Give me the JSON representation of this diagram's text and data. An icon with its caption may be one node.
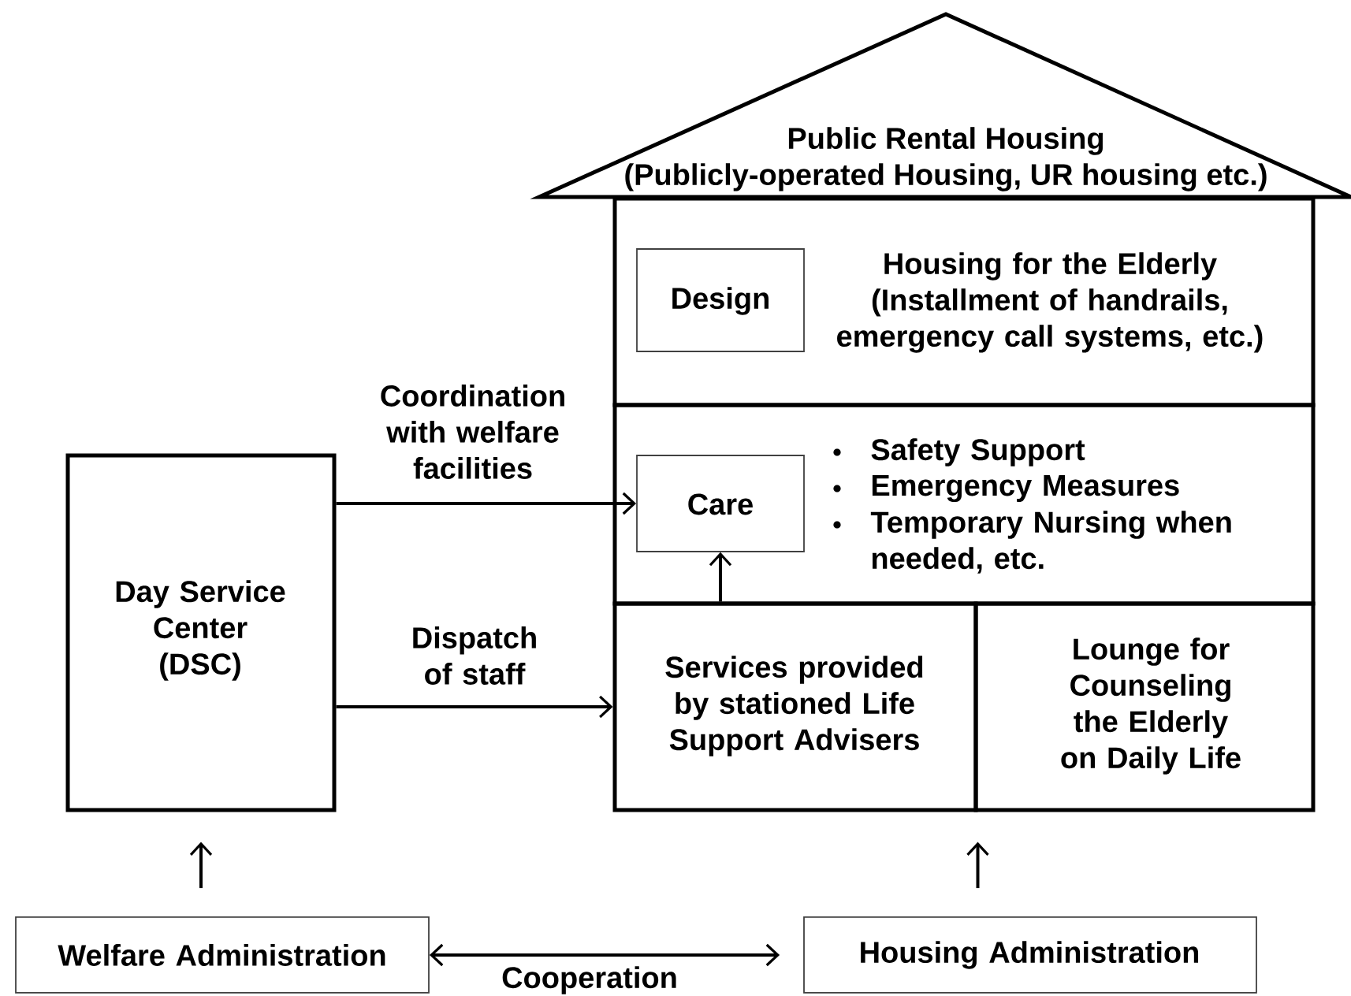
{
  "diagram": {
    "nodes": [
      {
        "text": [
          "Public Rental Housing",
          "(Publicly-operated Housing, UR housing etc.)"
        ]
      },
      {
        "text": [
          "Housing for the Elderly (Installment of handrails, emergency call systems, etc.)"
        ]
      },
      {
        "text": [
          "Design"
        ],
        "in": 1
      },
      {
        "text": [
          "Safety Support",
          "Emergency Measures",
          "Temporary Nursing when needed, etc."
        ]
      },
      {
        "text": [
          "Care"
        ],
        "in": 3
      },
      {
        "text": [
          "Services provided by stationed Life Support Advisers"
        ]
      },
      {
        "text": [
          "Lounge for Counseling the Elderly on Daily Life"
        ]
      },
      {
        "text": [
          "Day Service Center (DSC)"
        ]
      },
      {
        "text": [
          "Welfare Administration"
        ]
      },
      {
        "text": [
          "Housing Administration"
        ]
      }
    ],
    "edges": [
      {
        "from": 7,
        "to": 4,
        "arrow": "to",
        "label": "Coordination with welfare facilities"
      },
      {
        "from": 7,
        "to": 5,
        "arrow": "to",
        "label": "Dispatch of staff"
      },
      {
        "from": 5,
        "to": 4,
        "arrow": "to"
      },
      {
        "from": 8,
        "to": 7,
        "arrow": "to"
      },
      {
        "from": 8,
        "to": 9,
        "arrow": "both",
        "label": "Cooperation"
      },
      {
        "from": 9,
        "to": 5,
        "arrow": "to"
      }
    ]
  }
}
